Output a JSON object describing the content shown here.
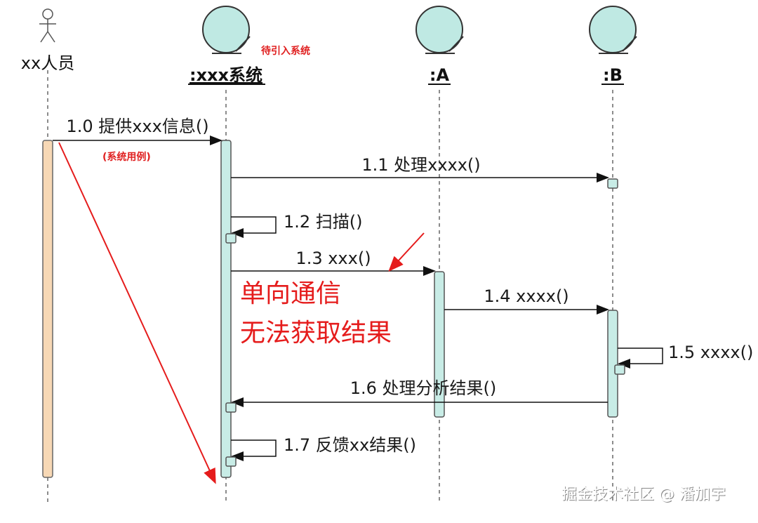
{
  "actor": {
    "label": "xx人员"
  },
  "objects": {
    "system": {
      "label": ":xxx系统"
    },
    "a": {
      "label": ":A"
    },
    "b": {
      "label": ":B"
    }
  },
  "messages": {
    "m1_0": "1.0 提供xxx信息()",
    "m1_1": "1.1 处理xxxx()",
    "m1_2": "1.2 扫描()",
    "m1_3": "1.3 xxx()",
    "m1_4": "1.4 xxxx()",
    "m1_5": "1.5 xxxx()",
    "m1_6": "1.6 处理分析结果()",
    "m1_7": "1.7 反馈xx结果()"
  },
  "annotations": {
    "to_be_introduced": "待引入系统",
    "system_use_case": "(系统用例)",
    "one_way_line1": "单向通信",
    "one_way_line2": "无法获取结果"
  },
  "watermark": "掘金技术社区 @ 潘加宇",
  "colors": {
    "activation_fill": "#c8ece6",
    "actor_activation_fill": "#f7d8b5",
    "object_fill": "#bfe9e3",
    "annotation_red": "#e51c1c"
  }
}
